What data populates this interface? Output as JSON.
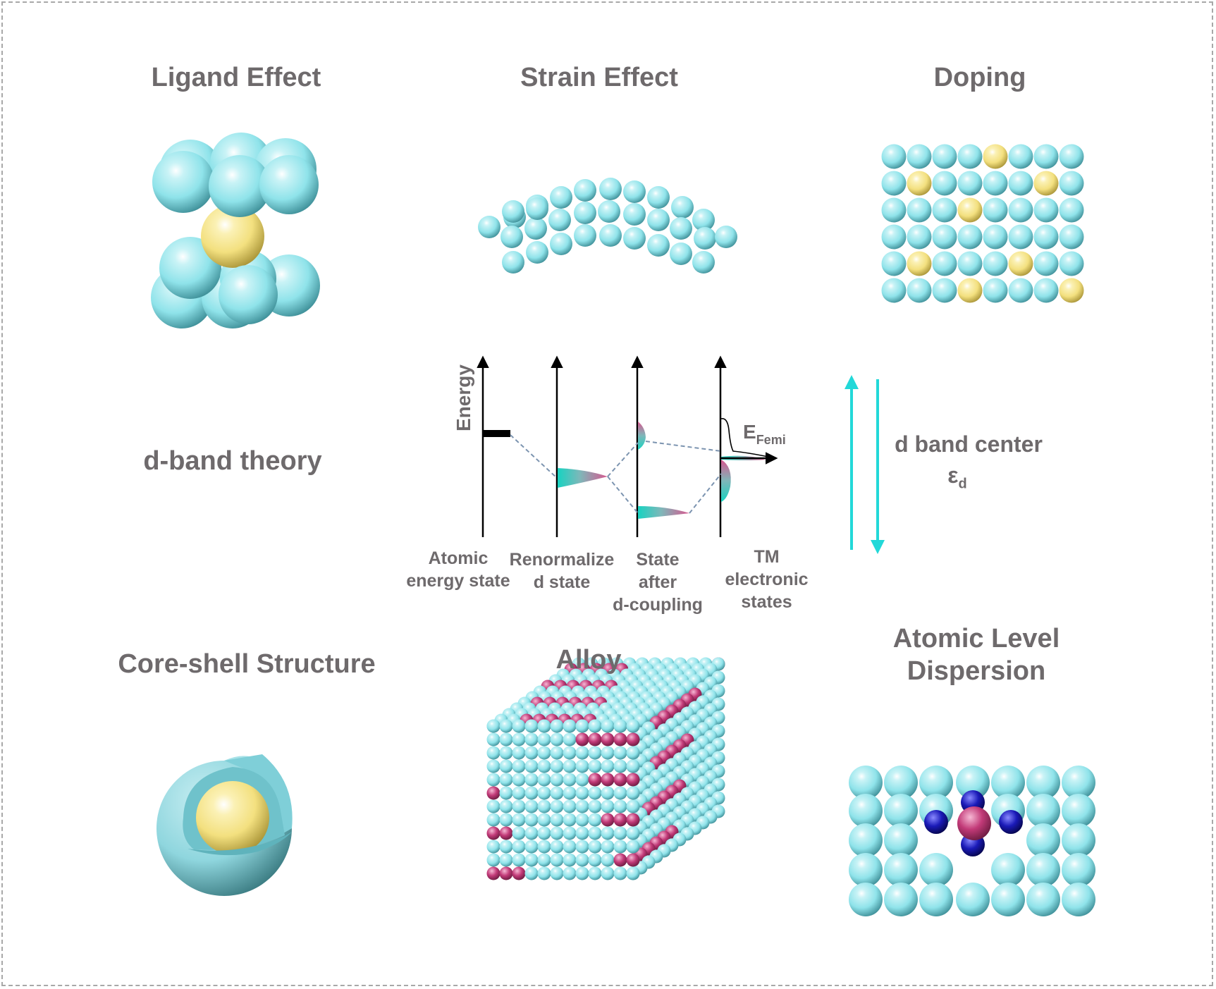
{
  "titles": {
    "ligand": "Ligand Effect",
    "strain": "Strain Effect",
    "doping": "Doping",
    "dband": "d-band theory",
    "coreshell": "Core-shell Structure",
    "alloy": "Alloy",
    "atomic_line1": "Atomic Level",
    "atomic_line2": "Dispersion"
  },
  "energy_diagram": {
    "axis_label": "Energy",
    "fermi_label_main": "E",
    "fermi_label_sub": "Femi",
    "stage_labels": [
      {
        "line1": "Atomic",
        "line2": "energy state",
        "line3": ""
      },
      {
        "line1": "Renormalize",
        "line2": "d state",
        "line3": ""
      },
      {
        "line1": "State",
        "line2": "after",
        "line3": "d-coupling"
      },
      {
        "line1": "TM",
        "line2": "electronic",
        "line3": "states"
      }
    ]
  },
  "dband_center": {
    "label": "d band center",
    "symbol_main": "ε",
    "symbol_sub": "d"
  },
  "colors": {
    "host_atom": "#8fe3ea",
    "dopant_atom": "#f3e07f",
    "alloy_atom": "#c23a78",
    "nitrogen_atom": "#10108f",
    "arrow": "#22d8d8",
    "text": "#6e6a6c"
  }
}
